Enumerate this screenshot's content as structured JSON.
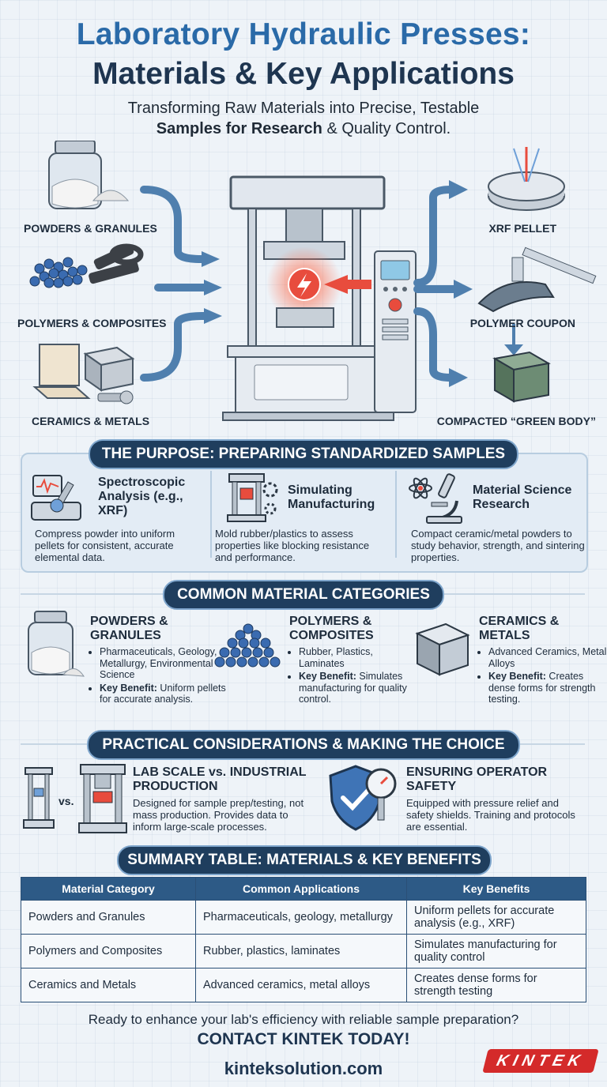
{
  "header": {
    "title_line1": "Laboratory Hydraulic Presses:",
    "title_line2": "Materials & Key Applications",
    "subtitle_line1": "Transforming Raw Materials into Precise, Testable",
    "subtitle_line2_bold": "Samples for Research",
    "subtitle_line2_rest": " & Quality Control."
  },
  "hero": {
    "inputs": [
      "POWDERS & GRANULES",
      "POLYMERS & COMPOSITES",
      "CERAMICS & METALS"
    ],
    "outputs": [
      "XRF PELLET",
      "POLYMER COUPON",
      "COMPACTED “GREEN BODY”"
    ]
  },
  "purpose": {
    "banner": "THE PURPOSE: PREPARING STANDARDIZED SAMPLES",
    "items": [
      {
        "title": "Spectroscopic Analysis (e.g., XRF)",
        "text": "Compress powder into uniform pellets for consistent, accurate elemental data."
      },
      {
        "title": "Simulating Manufacturing",
        "text": "Mold rubber/plastics to assess properties like blocking resistance and performance."
      },
      {
        "title": "Material Science Research",
        "text": "Compact ceramic/metal powders to study behavior, strength, and sintering properties."
      }
    ]
  },
  "categories": {
    "banner": "COMMON MATERIAL CATEGORIES",
    "items": [
      {
        "title": "POWDERS & GRANULES",
        "bullet1": "Pharmaceuticals, Geology, Metallurgy, Environmental Science",
        "benefit_label": "Key Benefit:",
        "benefit": " Uniform pellets for accurate analysis."
      },
      {
        "title": "POLYMERS & COMPOSITES",
        "bullet1": "Rubber, Plastics, Laminates",
        "benefit_label": "Key Benefit:",
        "benefit": " Simulates manufacturing for quality control."
      },
      {
        "title": "CERAMICS & METALS",
        "bullet1": "Advanced Ceramics, Metal Alloys",
        "benefit_label": "Key Benefit:",
        "benefit": " Creates dense forms for strength testing."
      }
    ]
  },
  "considerations": {
    "banner": "PRACTICAL CONSIDERATIONS & MAKING THE CHOICE",
    "vs_label": "vs.",
    "items": [
      {
        "title": "LAB SCALE vs. INDUSTRIAL PRODUCTION",
        "text": "Designed for sample prep/testing, not mass production. Provides data to inform large-scale processes."
      },
      {
        "title": "ENSURING OPERATOR SAFETY",
        "text": "Equipped with pressure relief and safety shields. Training and protocols are essential."
      }
    ]
  },
  "summary": {
    "banner": "SUMMARY TABLE: MATERIALS & KEY BENEFITS",
    "headers": [
      "Material Category",
      "Common Applications",
      "Key Benefits"
    ],
    "rows": [
      [
        "Powders and Granules",
        "Pharmaceuticals, geology, metallurgy",
        "Uniform pellets for accurate analysis (e.g., XRF)"
      ],
      [
        "Polymers and Composites",
        "Rubber, plastics, laminates",
        "Simulates manufacturing for quality control"
      ],
      [
        "Ceramics and Metals",
        "Advanced ceramics, metal alloys",
        "Creates dense forms for strength testing"
      ]
    ]
  },
  "footer": {
    "cta_text": "Ready to enhance your lab's efficiency with reliable sample preparation?",
    "cta_bold": "CONTACT KINTEK TODAY!",
    "url": "kinteksolution.com",
    "logo": "KINTEK"
  },
  "colors": {
    "title_blue": "#2a6aa8",
    "navy": "#1f3e5e",
    "arrow_blue": "#4f7fae",
    "brand_red": "#d42a2a"
  }
}
